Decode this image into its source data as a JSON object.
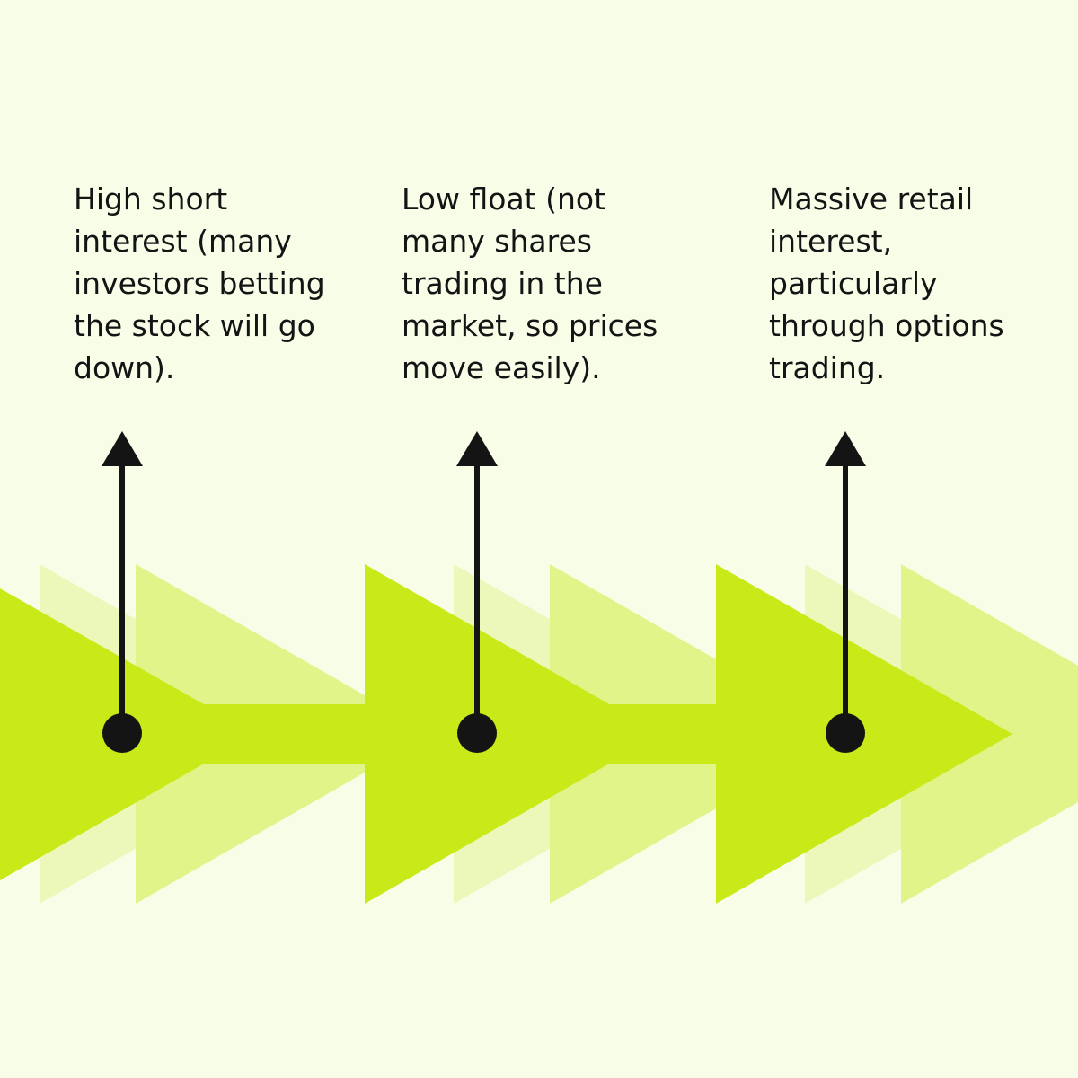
{
  "colors": {
    "background": "#f8fde8",
    "accent": "#c9ea18",
    "accent_light": "#e1f48a",
    "accent_faint": "#ecf8ba",
    "ink": "#141414"
  },
  "steps": [
    {
      "text": "High short\ninterest (many\ninvestors betting\nthe stock will go\ndown)."
    },
    {
      "text": "Low float (not\nmany shares\ntrading in the\nmarket, so prices\nmove easily)."
    },
    {
      "text": "Massive retail\ninterest,\nparticularly\nthrough options\ntrading."
    }
  ],
  "icons": {
    "arrow": "arrow-up-icon",
    "marker": "dot-marker-icon",
    "chevron": "chevron-right-icon"
  }
}
